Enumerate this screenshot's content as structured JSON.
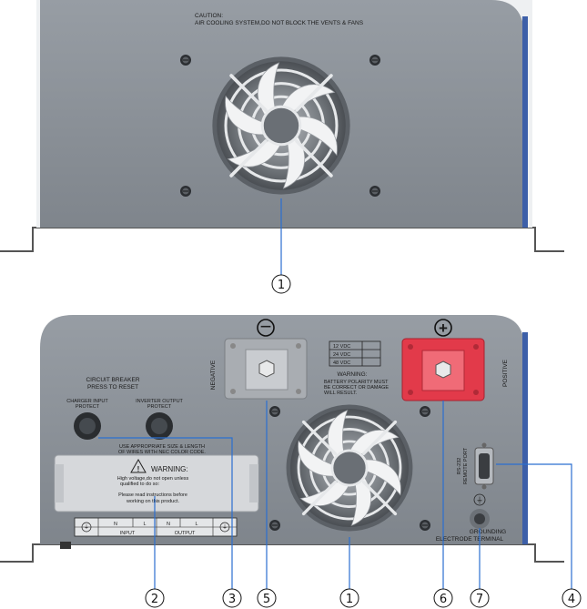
{
  "top_panel": {
    "caution_line1": "CAUTION:",
    "caution_line2": "AIR COOLING SYSTEM,DO NOT BLOCK THE VENTS & FANS",
    "callout": "1"
  },
  "bottom_panel": {
    "negative_label": "NEGATIVE",
    "positive_label": "POSITIVE",
    "negative_symbol": "−",
    "positive_symbol": "+",
    "voltage_table": [
      "12 VDC",
      "24 VDC",
      "48 VDC"
    ],
    "polarity_warning": [
      "WARNING:",
      "BATTERY POLARITY MUST",
      "BE CORRECT OR DAMAGE",
      "WILL RESULT."
    ],
    "breaker_title": [
      "CIRCUIT BREAKER",
      "PRESS TO RESET"
    ],
    "charger_protect": [
      "CHARGER INPUT",
      "PROTECT"
    ],
    "inverter_protect": [
      "INVERTER OUTPUT",
      "PROTECT"
    ],
    "wire_note": [
      "USE APPROPRIATE SIZE & LENGTH",
      "OF WIRES WITH NEC COLOR CODE."
    ],
    "hv_warning": {
      "title": "WARNING:",
      "lines": [
        "High voltage,do not open unless",
        "qualified to do so:",
        "",
        "Please read instructions before",
        "working on this product."
      ]
    },
    "terminal_labels": {
      "n1": "N",
      "l1": "L",
      "n2": "N",
      "l2": "L",
      "input": "INPUT",
      "output": "OUTPUT"
    },
    "rs232": [
      "RS-232",
      "REMOTE PORT"
    ],
    "grounding": [
      "GROUNDING",
      "ELECTRODE TERMINAL"
    ]
  },
  "callouts": [
    "2",
    "3",
    "5",
    "1",
    "6",
    "7",
    "4"
  ],
  "colors": {
    "panel": "#8a9097",
    "panel_dark": "#6f757c",
    "side_blue": "#3d5fa8",
    "positive_red": "#e23a4a",
    "terminal_gray": "#a9adb2",
    "callout_line": "#2b6fd0"
  }
}
